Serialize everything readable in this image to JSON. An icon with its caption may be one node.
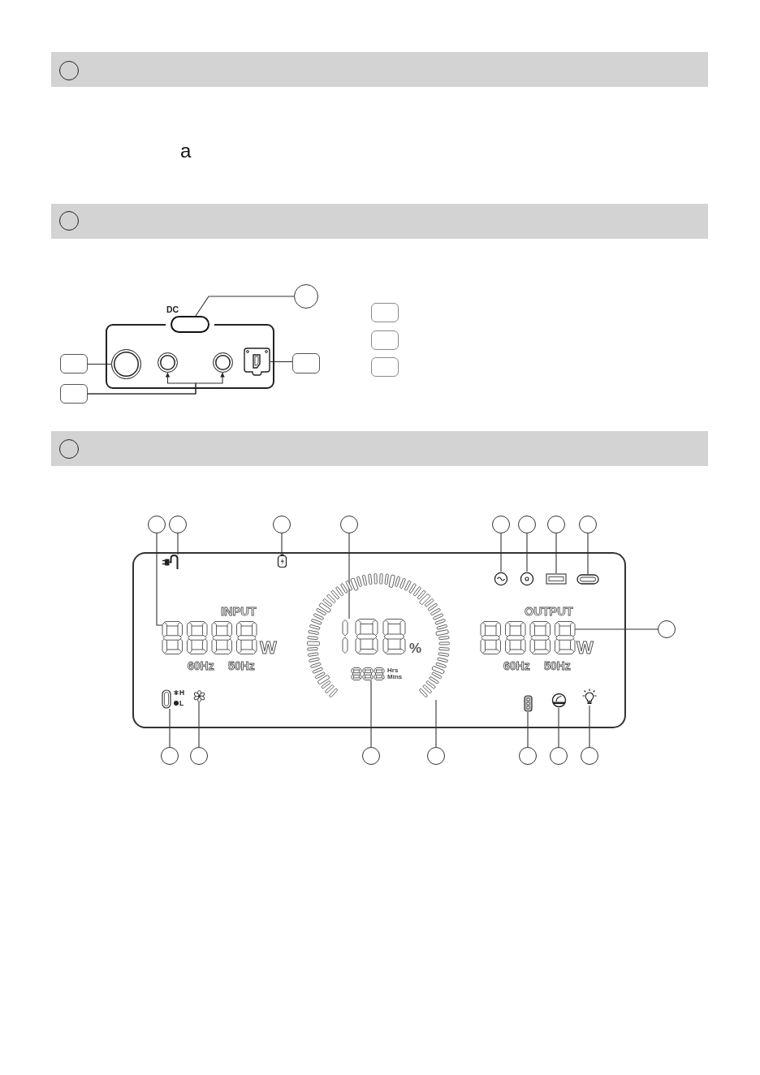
{
  "diagram": {
    "nodes": [
      {
        "text": [],
        "shape": "bar"
      },
      {
        "text": [],
        "shape": "circle",
        "in": 0
      },
      {
        "text": [],
        "shape": "bar"
      },
      {
        "text": [],
        "shape": "circle",
        "in": 2
      },
      {
        "text": [],
        "shape": "circle"
      },
      {
        "text": [],
        "shape": "oval",
        "beside": [
          "DC"
        ]
      },
      {
        "text": [],
        "shape": "box"
      },
      {
        "text": [],
        "shape": "circle",
        "in": 6
      },
      {
        "text": [],
        "shape": "circle",
        "in": 6
      },
      {
        "text": [],
        "shape": "circle",
        "in": 6
      },
      {
        "text": [],
        "shape": "picture",
        "in": 6
      },
      {
        "text": [],
        "shape": "box"
      },
      {
        "text": [],
        "shape": "box"
      },
      {
        "text": [],
        "shape": "box"
      },
      {
        "text": [],
        "shape": "box"
      },
      {
        "text": [],
        "shape": "box"
      },
      {
        "text": [],
        "shape": "box"
      },
      {
        "text": [],
        "shape": "bar"
      },
      {
        "text": [],
        "shape": "circle",
        "in": 17
      },
      {
        "text": [],
        "shape": "circle"
      },
      {
        "text": [],
        "shape": "circle"
      },
      {
        "text": [],
        "shape": "circle"
      },
      {
        "text": [],
        "shape": "circle"
      },
      {
        "text": [],
        "shape": "circle"
      },
      {
        "text": [],
        "shape": "circle"
      },
      {
        "text": [],
        "shape": "circle"
      },
      {
        "text": [],
        "shape": "circle"
      },
      {
        "text": [],
        "shape": "box"
      },
      {
        "text": [],
        "shape": "picture",
        "in": 27
      },
      {
        "text": [],
        "shape": "picture",
        "in": 27
      },
      {
        "text": [],
        "shape": "picture",
        "in": 27
      },
      {
        "text": [],
        "shape": "picture",
        "in": 27
      },
      {
        "text": [],
        "shape": "picture",
        "in": 27
      },
      {
        "text": [],
        "shape": "picture",
        "in": 27
      },
      {
        "text": [],
        "shape": "picture",
        "in": 27,
        "beside": [
          "INPUT",
          "W",
          "60Hz",
          "50Hz"
        ]
      },
      {
        "text": [],
        "shape": "picture",
        "in": 27
      },
      {
        "text": [],
        "shape": "picture",
        "in": 35,
        "beside": [
          "%"
        ]
      },
      {
        "text": [],
        "shape": "picture",
        "in": 27,
        "beside": [
          "OUTPUT",
          "W",
          "60Hz",
          "50Hz"
        ]
      },
      {
        "text": [],
        "shape": "picture",
        "in": 35,
        "beside": [
          "Hrs",
          "Mins"
        ]
      },
      {
        "text": [],
        "shape": "picture",
        "in": 27,
        "beside": [
          "H",
          "L"
        ]
      },
      {
        "text": [],
        "shape": "picture",
        "in": 27
      },
      {
        "text": [],
        "shape": "picture",
        "in": 27
      },
      {
        "text": [],
        "shape": "picture",
        "in": 27
      },
      {
        "text": [],
        "shape": "picture",
        "in": 27
      },
      {
        "text": [],
        "shape": "circle"
      },
      {
        "text": [],
        "shape": "circle"
      },
      {
        "text": [],
        "shape": "circle"
      },
      {
        "text": [],
        "shape": "circle"
      },
      {
        "text": [],
        "shape": "circle"
      },
      {
        "text": [],
        "shape": "circle"
      },
      {
        "text": [],
        "shape": "circle"
      },
      {
        "text": [],
        "shape": "circle"
      }
    ],
    "edges": [
      {
        "from": 4,
        "to": 5,
        "arrow": "none"
      },
      {
        "from": 11,
        "to": 7,
        "arrow": "none"
      },
      {
        "from": 13,
        "to": 8,
        "arrow": "to"
      },
      {
        "from": 13,
        "to": 9,
        "arrow": "to"
      },
      {
        "from": 12,
        "to": 10,
        "arrow": "none"
      },
      {
        "from": 19,
        "to": 34,
        "arrow": "none"
      },
      {
        "from": 20,
        "to": 28,
        "arrow": "none"
      },
      {
        "from": 21,
        "to": 29,
        "arrow": "none"
      },
      {
        "from": 22,
        "to": 36,
        "arrow": "none"
      },
      {
        "from": 23,
        "to": 30,
        "arrow": "none"
      },
      {
        "from": 24,
        "to": 31,
        "arrow": "none"
      },
      {
        "from": 25,
        "to": 32,
        "arrow": "none"
      },
      {
        "from": 26,
        "to": 33,
        "arrow": "none"
      },
      {
        "from": 44,
        "to": 37,
        "arrow": "none"
      },
      {
        "from": 45,
        "to": 39,
        "arrow": "none"
      },
      {
        "from": 46,
        "to": 40,
        "arrow": "none"
      },
      {
        "from": 47,
        "to": 38,
        "arrow": "none"
      },
      {
        "from": 48,
        "to": 35,
        "arrow": "none"
      },
      {
        "from": 49,
        "to": 41,
        "arrow": "none"
      },
      {
        "from": 50,
        "to": 42,
        "arrow": "none"
      },
      {
        "from": 51,
        "to": 43,
        "arrow": "none"
      }
    ],
    "labels": [
      "a"
    ]
  }
}
